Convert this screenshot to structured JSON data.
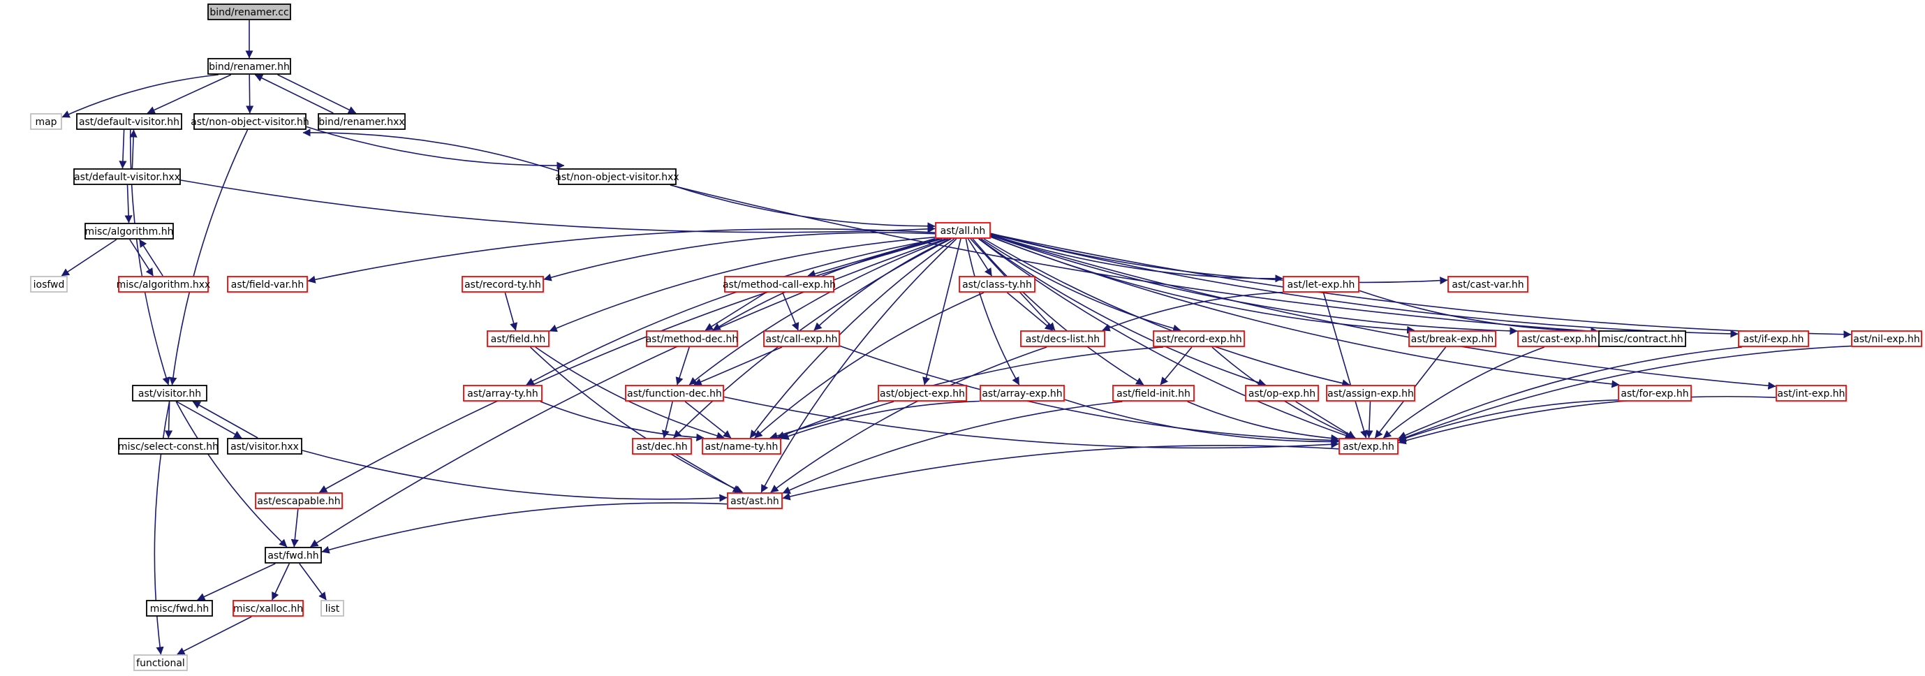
{
  "colors": {
    "edge": "#191970",
    "black_border": "#000000",
    "red_border": "#ff0000",
    "gray_border": "#bfbfbf",
    "root_fill": "#bfbfbf",
    "fill": "#ffffff"
  },
  "nodes": [
    {
      "id": "bind_renamer_cc",
      "label": "bind/renamer.cc",
      "style": "root"
    },
    {
      "id": "bind_renamer_hh",
      "label": "bind/renamer.hh",
      "style": "black"
    },
    {
      "id": "map",
      "label": "map",
      "style": "gray"
    },
    {
      "id": "ast_default_visitor_hh",
      "label": "ast/default-visitor.hh",
      "style": "black"
    },
    {
      "id": "ast_non_object_visitor_hh",
      "label": "ast/non-object-visitor.hh",
      "style": "black"
    },
    {
      "id": "bind_renamer_hxx",
      "label": "bind/renamer.hxx",
      "style": "black"
    },
    {
      "id": "ast_default_visitor_hxx",
      "label": "ast/default-visitor.hxx",
      "style": "black"
    },
    {
      "id": "ast_non_object_visitor_hxx",
      "label": "ast/non-object-visitor.hxx",
      "style": "black"
    },
    {
      "id": "ast_all_hh",
      "label": "ast/all.hh",
      "style": "red"
    },
    {
      "id": "misc_algorithm_hh",
      "label": "misc/algorithm.hh",
      "style": "black"
    },
    {
      "id": "iosfwd",
      "label": "iosfwd",
      "style": "gray"
    },
    {
      "id": "misc_algorithm_hxx",
      "label": "misc/algorithm.hxx",
      "style": "red"
    },
    {
      "id": "ast_field_var_hh",
      "label": "ast/field-var.hh",
      "style": "red"
    },
    {
      "id": "ast_record_ty_hh",
      "label": "ast/record-ty.hh",
      "style": "red"
    },
    {
      "id": "ast_method_call_exp_hh",
      "label": "ast/method-call-exp.hh",
      "style": "red"
    },
    {
      "id": "ast_class_ty_hh",
      "label": "ast/class-ty.hh",
      "style": "red"
    },
    {
      "id": "ast_let_exp_hh",
      "label": "ast/let-exp.hh",
      "style": "red"
    },
    {
      "id": "ast_cast_var_hh",
      "label": "ast/cast-var.hh",
      "style": "red"
    },
    {
      "id": "ast_field_hh",
      "label": "ast/field.hh",
      "style": "red"
    },
    {
      "id": "ast_method_dec_hh",
      "label": "ast/method-dec.hh",
      "style": "red"
    },
    {
      "id": "ast_call_exp_hh",
      "label": "ast/call-exp.hh",
      "style": "red"
    },
    {
      "id": "ast_decs_list_hh",
      "label": "ast/decs-list.hh",
      "style": "red"
    },
    {
      "id": "ast_record_exp_hh",
      "label": "ast/record-exp.hh",
      "style": "red"
    },
    {
      "id": "ast_break_exp_hh",
      "label": "ast/break-exp.hh",
      "style": "red"
    },
    {
      "id": "ast_cast_exp_hh",
      "label": "ast/cast-exp.hh",
      "style": "red"
    },
    {
      "id": "misc_contract_hh",
      "label": "misc/contract.hh",
      "style": "black"
    },
    {
      "id": "ast_if_exp_hh",
      "label": "ast/if-exp.hh",
      "style": "red"
    },
    {
      "id": "ast_nil_exp_hh",
      "label": "ast/nil-exp.hh",
      "style": "red"
    },
    {
      "id": "ast_visitor_hh",
      "label": "ast/visitor.hh",
      "style": "black"
    },
    {
      "id": "ast_array_ty_hh",
      "label": "ast/array-ty.hh",
      "style": "red"
    },
    {
      "id": "ast_function_dec_hh",
      "label": "ast/function-dec.hh",
      "style": "red"
    },
    {
      "id": "ast_object_exp_hh",
      "label": "ast/object-exp.hh",
      "style": "red"
    },
    {
      "id": "ast_array_exp_hh",
      "label": "ast/array-exp.hh",
      "style": "red"
    },
    {
      "id": "ast_field_init_hh",
      "label": "ast/field-init.hh",
      "style": "red"
    },
    {
      "id": "ast_op_exp_hh",
      "label": "ast/op-exp.hh",
      "style": "red"
    },
    {
      "id": "ast_assign_exp_hh",
      "label": "ast/assign-exp.hh",
      "style": "red"
    },
    {
      "id": "ast_for_exp_hh",
      "label": "ast/for-exp.hh",
      "style": "red"
    },
    {
      "id": "ast_int_exp_hh",
      "label": "ast/int-exp.hh",
      "style": "red"
    },
    {
      "id": "misc_select_const_hh",
      "label": "misc/select-const.hh",
      "style": "black"
    },
    {
      "id": "ast_visitor_hxx",
      "label": "ast/visitor.hxx",
      "style": "black"
    },
    {
      "id": "ast_dec_hh",
      "label": "ast/dec.hh",
      "style": "red"
    },
    {
      "id": "ast_name_ty_hh",
      "label": "ast/name-ty.hh",
      "style": "red"
    },
    {
      "id": "ast_exp_hh",
      "label": "ast/exp.hh",
      "style": "red"
    },
    {
      "id": "ast_escapable_hh",
      "label": "ast/escapable.hh",
      "style": "red"
    },
    {
      "id": "ast_ast_hh",
      "label": "ast/ast.hh",
      "style": "red"
    },
    {
      "id": "ast_fwd_hh",
      "label": "ast/fwd.hh",
      "style": "black"
    },
    {
      "id": "misc_fwd_hh",
      "label": "misc/fwd.hh",
      "style": "black"
    },
    {
      "id": "misc_xalloc_hh",
      "label": "misc/xalloc.hh",
      "style": "red"
    },
    {
      "id": "list",
      "label": "list",
      "style": "gray"
    },
    {
      "id": "functional",
      "label": "functional",
      "style": "gray"
    }
  ],
  "edges": [
    {
      "from": "bind_renamer_cc",
      "to": "bind_renamer_hh"
    },
    {
      "from": "bind_renamer_hh",
      "to": "map"
    },
    {
      "from": "bind_renamer_hh",
      "to": "ast_default_visitor_hh"
    },
    {
      "from": "bind_renamer_hh",
      "to": "ast_non_object_visitor_hh"
    },
    {
      "from": "bind_renamer_hh",
      "to": "bind_renamer_hxx"
    },
    {
      "from": "bind_renamer_hxx",
      "to": "bind_renamer_hh"
    },
    {
      "from": "ast_default_visitor_hh",
      "to": "ast_default_visitor_hxx"
    },
    {
      "from": "ast_default_visitor_hxx",
      "to": "ast_default_visitor_hh"
    },
    {
      "from": "ast_default_visitor_hh",
      "to": "ast_visitor_hh"
    },
    {
      "from": "ast_non_object_visitor_hh",
      "to": "ast_non_object_visitor_hxx"
    },
    {
      "from": "ast_non_object_visitor_hxx",
      "to": "ast_non_object_visitor_hh"
    },
    {
      "from": "ast_non_object_visitor_hh",
      "to": "ast_visitor_hh"
    },
    {
      "from": "ast_non_object_visitor_hxx",
      "to": "ast_all_hh"
    },
    {
      "from": "ast_non_object_visitor_hxx",
      "to": "misc_contract_hh"
    },
    {
      "from": "ast_default_visitor_hxx",
      "to": "misc_algorithm_hh"
    },
    {
      "from": "ast_default_visitor_hxx",
      "to": "ast_all_hh"
    },
    {
      "from": "misc_algorithm_hh",
      "to": "iosfwd"
    },
    {
      "from": "misc_algorithm_hh",
      "to": "misc_algorithm_hxx"
    },
    {
      "from": "misc_algorithm_hxx",
      "to": "misc_algorithm_hh"
    },
    {
      "from": "ast_all_hh",
      "to": "ast_field_var_hh"
    },
    {
      "from": "ast_all_hh",
      "to": "ast_record_ty_hh"
    },
    {
      "from": "ast_all_hh",
      "to": "ast_method_call_exp_hh"
    },
    {
      "from": "ast_all_hh",
      "to": "ast_class_ty_hh"
    },
    {
      "from": "ast_all_hh",
      "to": "ast_let_exp_hh"
    },
    {
      "from": "ast_all_hh",
      "to": "ast_cast_var_hh"
    },
    {
      "from": "ast_all_hh",
      "to": "ast_field_hh"
    },
    {
      "from": "ast_all_hh",
      "to": "ast_method_dec_hh"
    },
    {
      "from": "ast_all_hh",
      "to": "ast_call_exp_hh"
    },
    {
      "from": "ast_all_hh",
      "to": "ast_decs_list_hh"
    },
    {
      "from": "ast_all_hh",
      "to": "ast_record_exp_hh"
    },
    {
      "from": "ast_all_hh",
      "to": "ast_break_exp_hh"
    },
    {
      "from": "ast_all_hh",
      "to": "ast_cast_exp_hh"
    },
    {
      "from": "ast_all_hh",
      "to": "ast_if_exp_hh"
    },
    {
      "from": "ast_all_hh",
      "to": "ast_nil_exp_hh"
    },
    {
      "from": "ast_all_hh",
      "to": "ast_array_ty_hh"
    },
    {
      "from": "ast_all_hh",
      "to": "ast_function_dec_hh"
    },
    {
      "from": "ast_all_hh",
      "to": "ast_object_exp_hh"
    },
    {
      "from": "ast_all_hh",
      "to": "ast_array_exp_hh"
    },
    {
      "from": "ast_all_hh",
      "to": "ast_field_init_hh"
    },
    {
      "from": "ast_all_hh",
      "to": "ast_op_exp_hh"
    },
    {
      "from": "ast_all_hh",
      "to": "ast_assign_exp_hh"
    },
    {
      "from": "ast_all_hh",
      "to": "ast_for_exp_hh"
    },
    {
      "from": "ast_all_hh",
      "to": "ast_int_exp_hh"
    },
    {
      "from": "ast_all_hh",
      "to": "ast_dec_hh"
    },
    {
      "from": "ast_all_hh",
      "to": "ast_name_ty_hh"
    },
    {
      "from": "ast_all_hh",
      "to": "ast_exp_hh"
    },
    {
      "from": "ast_all_hh",
      "to": "ast_escapable_hh"
    },
    {
      "from": "ast_all_hh",
      "to": "ast_ast_hh"
    },
    {
      "from": "ast_all_hh",
      "to": "ast_fwd_hh"
    },
    {
      "from": "ast_record_ty_hh",
      "to": "ast_field_hh"
    },
    {
      "from": "ast_method_call_exp_hh",
      "to": "ast_method_dec_hh"
    },
    {
      "from": "ast_method_call_exp_hh",
      "to": "ast_call_exp_hh"
    },
    {
      "from": "ast_class_ty_hh",
      "to": "ast_decs_list_hh"
    },
    {
      "from": "ast_class_ty_hh",
      "to": "ast_name_ty_hh"
    },
    {
      "from": "ast_let_exp_hh",
      "to": "ast_decs_list_hh"
    },
    {
      "from": "ast_let_exp_hh",
      "to": "misc_contract_hh"
    },
    {
      "from": "ast_let_exp_hh",
      "to": "ast_exp_hh"
    },
    {
      "from": "ast_field_hh",
      "to": "ast_name_ty_hh"
    },
    {
      "from": "ast_field_hh",
      "to": "ast_ast_hh"
    },
    {
      "from": "ast_method_dec_hh",
      "to": "ast_function_dec_hh"
    },
    {
      "from": "ast_call_exp_hh",
      "to": "ast_function_dec_hh"
    },
    {
      "from": "ast_call_exp_hh",
      "to": "ast_exp_hh"
    },
    {
      "from": "ast_decs_list_hh",
      "to": "ast_ast_hh"
    },
    {
      "from": "ast_record_exp_hh",
      "to": "ast_field_init_hh"
    },
    {
      "from": "ast_record_exp_hh",
      "to": "ast_name_ty_hh"
    },
    {
      "from": "ast_record_exp_hh",
      "to": "ast_exp_hh"
    },
    {
      "from": "ast_break_exp_hh",
      "to": "ast_exp_hh"
    },
    {
      "from": "ast_cast_exp_hh",
      "to": "ast_exp_hh"
    },
    {
      "from": "ast_if_exp_hh",
      "to": "ast_exp_hh"
    },
    {
      "from": "ast_nil_exp_hh",
      "to": "ast_exp_hh"
    },
    {
      "from": "ast_array_ty_hh",
      "to": "ast_name_ty_hh"
    },
    {
      "from": "ast_function_dec_hh",
      "to": "ast_dec_hh"
    },
    {
      "from": "ast_function_dec_hh",
      "to": "ast_name_ty_hh"
    },
    {
      "from": "ast_function_dec_hh",
      "to": "ast_exp_hh"
    },
    {
      "from": "ast_object_exp_hh",
      "to": "ast_name_ty_hh"
    },
    {
      "from": "ast_array_exp_hh",
      "to": "ast_name_ty_hh"
    },
    {
      "from": "ast_array_exp_hh",
      "to": "ast_exp_hh"
    },
    {
      "from": "ast_field_init_hh",
      "to": "ast_exp_hh"
    },
    {
      "from": "ast_field_init_hh",
      "to": "ast_ast_hh"
    },
    {
      "from": "ast_op_exp_hh",
      "to": "ast_exp_hh"
    },
    {
      "from": "ast_assign_exp_hh",
      "to": "ast_exp_hh"
    },
    {
      "from": "ast_for_exp_hh",
      "to": "ast_exp_hh"
    },
    {
      "from": "ast_int_exp_hh",
      "to": "ast_exp_hh"
    },
    {
      "from": "ast_visitor_hh",
      "to": "misc_select_const_hh"
    },
    {
      "from": "ast_visitor_hh",
      "to": "ast_visitor_hxx"
    },
    {
      "from": "ast_visitor_hxx",
      "to": "ast_visitor_hh"
    },
    {
      "from": "ast_visitor_hh",
      "to": "ast_fwd_hh"
    },
    {
      "from": "ast_visitor_hh",
      "to": "functional"
    },
    {
      "from": "ast_visitor_hxx",
      "to": "ast_ast_hh"
    },
    {
      "from": "ast_dec_hh",
      "to": "ast_ast_hh"
    },
    {
      "from": "ast_exp_hh",
      "to": "ast_ast_hh"
    },
    {
      "from": "ast_escapable_hh",
      "to": "ast_fwd_hh"
    },
    {
      "from": "ast_ast_hh",
      "to": "ast_fwd_hh"
    },
    {
      "from": "ast_fwd_hh",
      "to": "misc_fwd_hh"
    },
    {
      "from": "ast_fwd_hh",
      "to": "misc_xalloc_hh"
    },
    {
      "from": "ast_fwd_hh",
      "to": "list"
    },
    {
      "from": "misc_xalloc_hh",
      "to": "functional"
    }
  ]
}
